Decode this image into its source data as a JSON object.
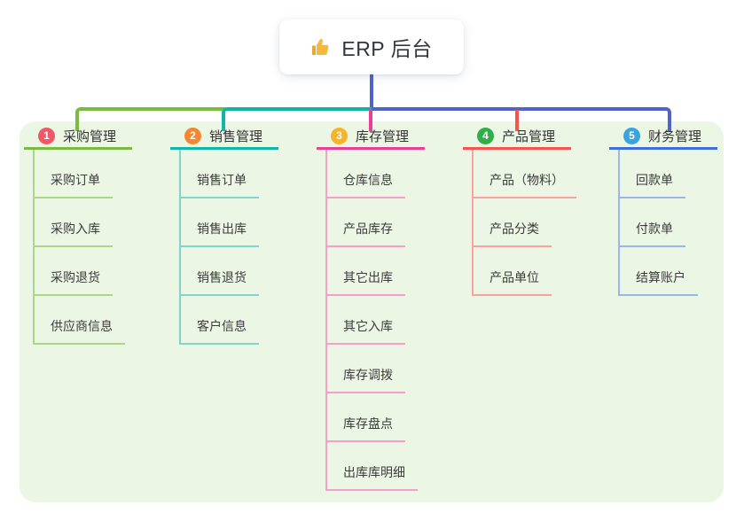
{
  "root": {
    "label": "ERP 后台",
    "icon": "thumbs-up-icon"
  },
  "colors": {
    "trunk": "#5163c8",
    "panel_bg": "#ebf7e4",
    "card_bg": "#ffffff",
    "root_text": "#33363d",
    "title_text": "#333333",
    "child_text": "#3b3b3b",
    "badge_text": "#ffffff",
    "thumb_icon": "#f6b93b"
  },
  "branches": [
    {
      "num": "1",
      "title": "采购管理",
      "badge_color": "#f25767",
      "line_color": "#7cb93f",
      "child_line_color": "#aad783",
      "children": [
        "采购订单",
        "采购入库",
        "采购退货",
        "供应商信息"
      ]
    },
    {
      "num": "2",
      "title": "销售管理",
      "badge_color": "#f58733",
      "line_color": "#12b5a8",
      "child_line_color": "#7fd4cb",
      "children": [
        "销售订单",
        "销售出库",
        "销售退货",
        "客户信息"
      ]
    },
    {
      "num": "3",
      "title": "库存管理",
      "badge_color": "#f9b32b",
      "line_color": "#e93f97",
      "child_line_color": "#f5a0ca",
      "children": [
        "仓库信息",
        "产品库存",
        "其它出库",
        "其它入库",
        "库存调拨",
        "库存盘点",
        "出库库明细"
      ]
    },
    {
      "num": "4",
      "title": "产品管理",
      "badge_color": "#2fae49",
      "line_color": "#f4534e",
      "child_line_color": "#f9a29d",
      "children": [
        "产品（物料）",
        "产品分类",
        "产品单位"
      ]
    },
    {
      "num": "5",
      "title": "财务管理",
      "badge_color": "#38a5de",
      "line_color": "#3f6ed6",
      "child_line_color": "#9cb5ea",
      "children": [
        "回款单",
        "付款单",
        "结算账户"
      ]
    }
  ]
}
